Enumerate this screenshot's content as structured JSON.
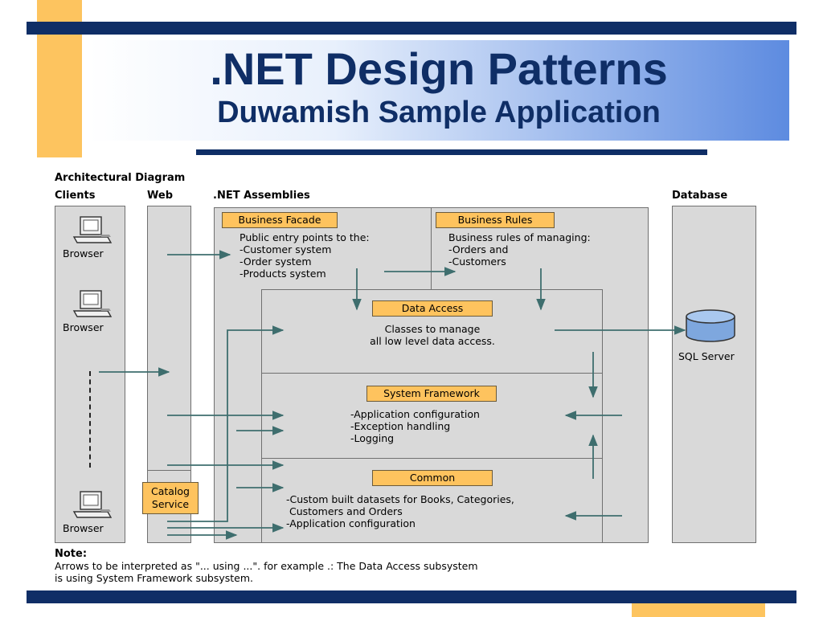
{
  "slide": {
    "title": ".NET Design Patterns",
    "subtitle": "Duwamish Sample Application",
    "colors": {
      "navy": "#0f2e66",
      "gold": "#fdc45f",
      "blue_band": "#5d8be0",
      "box_orange": "#fec35e",
      "arrow": "#3e6e6e"
    }
  },
  "diagram": {
    "heading": "Architectural Diagram",
    "columns": {
      "clients": "Clients",
      "web": "Web",
      "assemblies": ".NET Assemblies",
      "database": "Database"
    },
    "browsers": [
      "Browser",
      "Browser",
      "Browser"
    ],
    "catalog_service": "Catalog\nService",
    "business_facade": {
      "label": "Business Facade",
      "text": "Public entry points to the:\n-Customer system\n-Order system\n-Products system"
    },
    "business_rules": {
      "label": "Business Rules",
      "text": "Business rules of managing:\n-Orders and\n-Customers"
    },
    "data_access": {
      "label": "Data Access",
      "text": "Classes to manage\nall low level data access."
    },
    "system_framework": {
      "label": "System Framework",
      "text": "-Application configuration\n-Exception handling\n-Logging"
    },
    "common": {
      "label": "Common",
      "text": "-Custom built datasets for Books, Categories,\n Customers and Orders\n-Application configuration"
    },
    "sql_server": "SQL Server",
    "note": {
      "heading": "Note:",
      "line1": "Arrows to be interpreted as \"... using ...\". for example .:  The Data Access subsystem",
      "line2": "is using System Framework subsystem."
    }
  }
}
